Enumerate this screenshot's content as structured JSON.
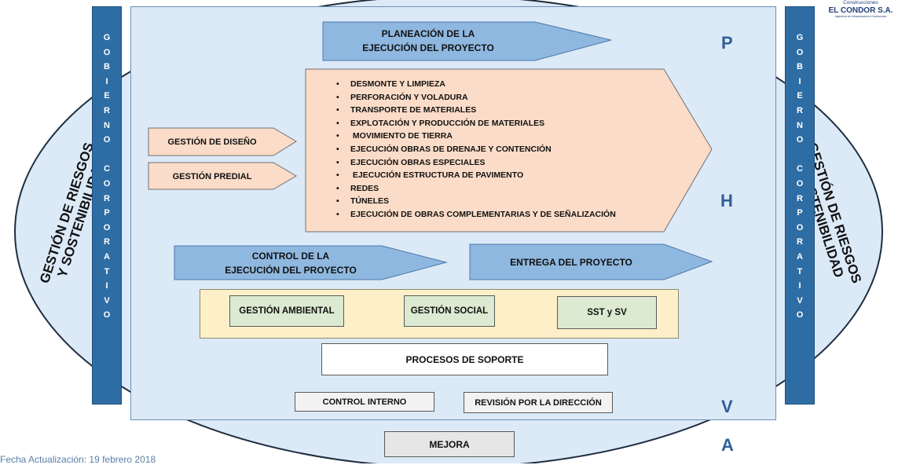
{
  "logo": {
    "top": "Construcciones",
    "name": "EL CONDOR S.A.",
    "tagline": "Ingeniería de Infraestructura e Inversiones"
  },
  "left_bar_letters": [
    "G",
    "O",
    "B",
    "I",
    "E",
    "R",
    "N",
    "O",
    "",
    "C",
    "O",
    "R",
    "P",
    "O",
    "R",
    "A",
    "T",
    "I",
    "V",
    "O"
  ],
  "right_bar_letters": [
    "G",
    "O",
    "B",
    "I",
    "E",
    "R",
    "N",
    "O",
    "",
    "C",
    "O",
    "R",
    "P",
    "O",
    "R",
    "A",
    "T",
    "I",
    "V",
    "O"
  ],
  "left_side_label": [
    "GESTIÓN DE RIESGOS",
    "Y SOSTENIBILIDAD"
  ],
  "right_side_label": [
    "GESTIÓN DE RIESGOS",
    "Y SOSTENIBILIDAD"
  ],
  "phva": {
    "p": "P",
    "h": "H",
    "v": "V",
    "a": "A"
  },
  "planeacion": [
    "PLANEACIÓN DE LA",
    "EJECUCIÓN DEL PROYECTO"
  ],
  "gestion_diseno": "GESTIÓN DE DISEÑO",
  "gestion_predial": "GESTIÓN PREDIAL",
  "ejecucion_items": [
    "DESMONTE Y LIMPIEZA",
    "PERFORACIÓN Y VOLADURA",
    "TRANSPORTE DE MATERIALES",
    "EXPLOTACIÓN Y PRODUCCIÓN DE MATERIALES",
    " MOVIMIENTO DE TIERRA",
    "EJECUCIÓN OBRAS DE DRENAJE Y CONTENCIÓN",
    "EJECUCIÓN OBRAS ESPECIALES",
    " EJECUCIÓN ESTRUCTURA DE PAVIMENTO",
    "REDES",
    "TÚNELES",
    "EJECUCIÓN DE OBRAS COMPLEMENTARIAS Y DE SEÑALIZACIÓN"
  ],
  "control": [
    "CONTROL DE LA",
    "EJECUCIÓN DEL PROYECTO"
  ],
  "entrega": "ENTREGA DEL PROYECTO",
  "gestion_ambiental": "GESTIÓN AMBIENTAL",
  "gestion_social": "GESTIÓN SOCIAL",
  "sst": "SST y SV",
  "procesos_soporte": "PROCESOS DE SOPORTE",
  "control_interno": "CONTROL INTERNO",
  "revision": "REVISIÓN POR LA DIRECCIÓN",
  "mejora": "MEJORA",
  "footer": "Fecha Actualización: 19 febrero 2018",
  "colors": {
    "blue_bar": "#2e6da4",
    "panel": "#dce9f7",
    "arrow_blue": "#8fb8e0",
    "peach": "#fbdcc8",
    "cream": "#fdf0c8",
    "green_box": "#dbead0"
  }
}
